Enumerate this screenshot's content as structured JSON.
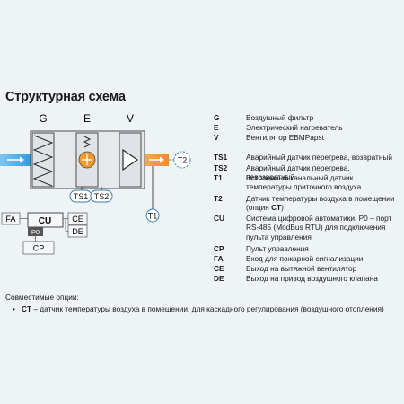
{
  "title": "Структурная схема",
  "diagram": {
    "blocks": [
      {
        "code": "G"
      },
      {
        "code": "E"
      },
      {
        "code": "V"
      }
    ],
    "sensors": [
      "TS1",
      "TS2",
      "T1",
      "T2"
    ],
    "control": {
      "unit": "CU",
      "port": "P0",
      "inputs": [
        "FA"
      ],
      "outputs": [
        "CE",
        "DE"
      ],
      "panel": "CP"
    },
    "colors": {
      "blue_airflow": "#2f9ee0",
      "orange_airflow": "#ef8a2b",
      "heater_orange": "#f39a2e",
      "unit_grey": "#e4e7ea",
      "line_grey": "#5a5a5a",
      "gauge_stroke": "#3a7fb0"
    }
  },
  "legend": [
    {
      "code": "G",
      "desc": "Воздушный фильтр"
    },
    {
      "code": "E",
      "desc": "Электрический нагреватель"
    },
    {
      "code": "V",
      "desc": "Вентилятор EBMPapst"
    },
    {
      "code": "TS1",
      "desc": "Аварийный датчик перегрева, возвратный"
    },
    {
      "code": "TS2",
      "desc": "Аварийный датчик перегрева, невозвратный"
    },
    {
      "code": "T1",
      "desc": "Встроенный канальный датчик температуры приточного воздуха"
    },
    {
      "code": "T2",
      "desc_prefix": "Датчик температуры воздуха в помещении (опция ",
      "desc_bold": "CT",
      "desc_suffix": ")"
    },
    {
      "code": "CU",
      "desc": "Система цифровой автоматики, P0 – порт RS-485 (ModBus RTU) для подключения пульта управления"
    },
    {
      "code": "CP",
      "desc": "Пульт управления"
    },
    {
      "code": "FA",
      "desc": "Вход для пожарной сигнализации"
    },
    {
      "code": "CE",
      "desc": "Выход на вытяжной вентилятор"
    },
    {
      "code": "DE",
      "desc": "Выход на привод воздушного клапана"
    }
  ],
  "options": {
    "heading": "Совместимые опции:",
    "bullet": "•",
    "items": [
      {
        "code": "CT",
        "text": " – датчик температуры воздуха в помещении, для каскадного регулирования (воздушного отопления)"
      }
    ]
  }
}
